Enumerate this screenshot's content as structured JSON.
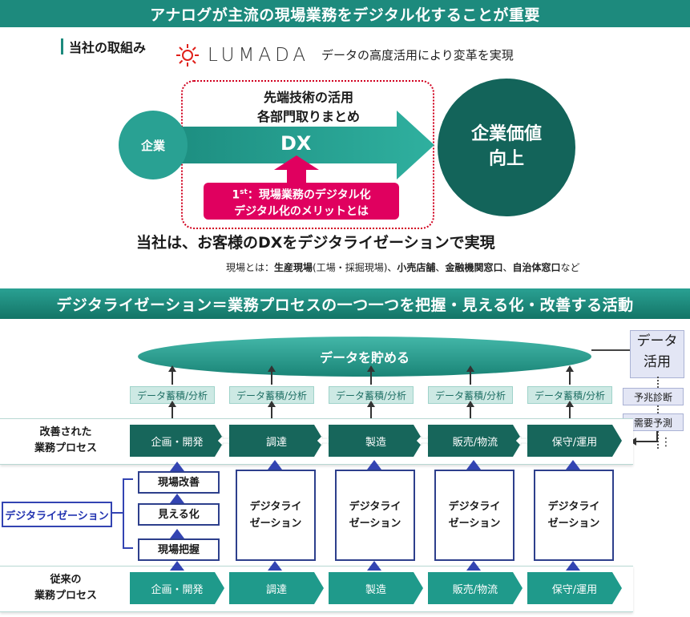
{
  "top_banner": "アナログが主流の現場業務をデジタル化することが重要",
  "initiative": {
    "label": "当社の取組み",
    "brand": "LUMADA",
    "brand_desc": "データの高度活用により変革を実現"
  },
  "dx": {
    "company": "企業",
    "tech_line1": "先端技術の活用",
    "tech_line2": "各部門取りまとめ",
    "arrow_label": "DX",
    "value_line1": "企業価値",
    "value_line2": "向上",
    "first_prefix": "1",
    "first_sup": "st",
    "first_line1": "：現場業務のデジタル化",
    "first_line2": "デジタル化のメリットとは"
  },
  "statement": "当社は、お客様のDXをデジタライゼーションで実現",
  "note": {
    "prefix": "現場とは：",
    "item1": "生産現場",
    "item1_detail": "(工場・採掘現場)、",
    "item2": "小売店舗",
    "sep2": "、",
    "item3": "金融機関窓口",
    "sep3": "、",
    "item4": "自治体窓口",
    "suffix": "など"
  },
  "bottom_banner": "デジタライゼーション＝業務プロセスの一つ一つを把握・見える化・改善する活動",
  "data_store": "データを貯める",
  "accumulate_label": "データ蓄積/分析",
  "data_use": {
    "line1": "データ",
    "line2": "活用",
    "items": [
      "予兆診断",
      "需要予測",
      "⋮"
    ]
  },
  "improved_row": {
    "label_line1": "改善された",
    "label_line2": "業務プロセス"
  },
  "legacy_row": {
    "label_line1": "従来の",
    "label_line2": "業務プロセス"
  },
  "processes": [
    "企画・開発",
    "調達",
    "製造",
    "販売/物流",
    "保守/運用"
  ],
  "digitalization_label": "デジタライゼーション",
  "steps": [
    "現場改善",
    "見える化",
    "現場把握"
  ],
  "digi_box_line1": "デジタライ",
  "digi_box_line2": "ゼーション",
  "colors": {
    "teal": "#1d8a7d",
    "dark_teal": "#13645a",
    "pink": "#e0005f",
    "navy": "#2d3f8c"
  }
}
